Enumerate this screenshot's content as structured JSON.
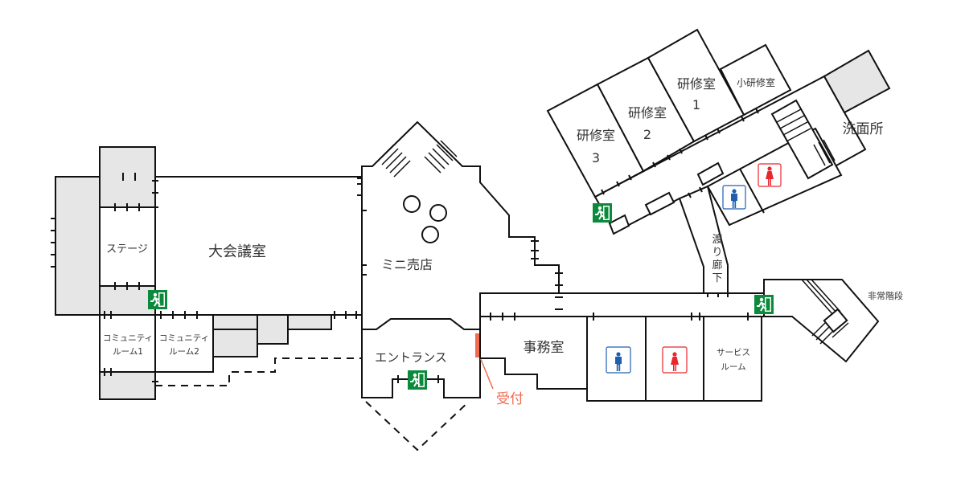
{
  "rooms": {
    "stage": "ステージ",
    "main_hall": "大会議室",
    "community1_line1": "コミュニティ",
    "community1_line2": "ルーム1",
    "community2_line1": "コミュニティ",
    "community2_line2": "ルーム2",
    "mini_shop": "ミニ売店",
    "entrance": "エントランス",
    "office": "事務室",
    "service_line1": "サービス",
    "service_line2": "ルーム",
    "reception": "受付",
    "training3_line1": "研修室",
    "training3_line2": "3",
    "training2_line1": "研修室",
    "training2_line2": "2",
    "training1_line1": "研修室",
    "training1_line2": "1",
    "small_training": "小研修室",
    "washroom": "洗面所",
    "corridor_chars": [
      "渡",
      "り",
      "廊",
      "下"
    ],
    "emergency_stairs": "非常階段"
  },
  "colors": {
    "exit_green": "#0a8a3a",
    "men_blue": "#1f5fb0",
    "women_red": "#e8262b",
    "reception_red": "#f26b50",
    "grey_area": "#e6e6e6"
  }
}
